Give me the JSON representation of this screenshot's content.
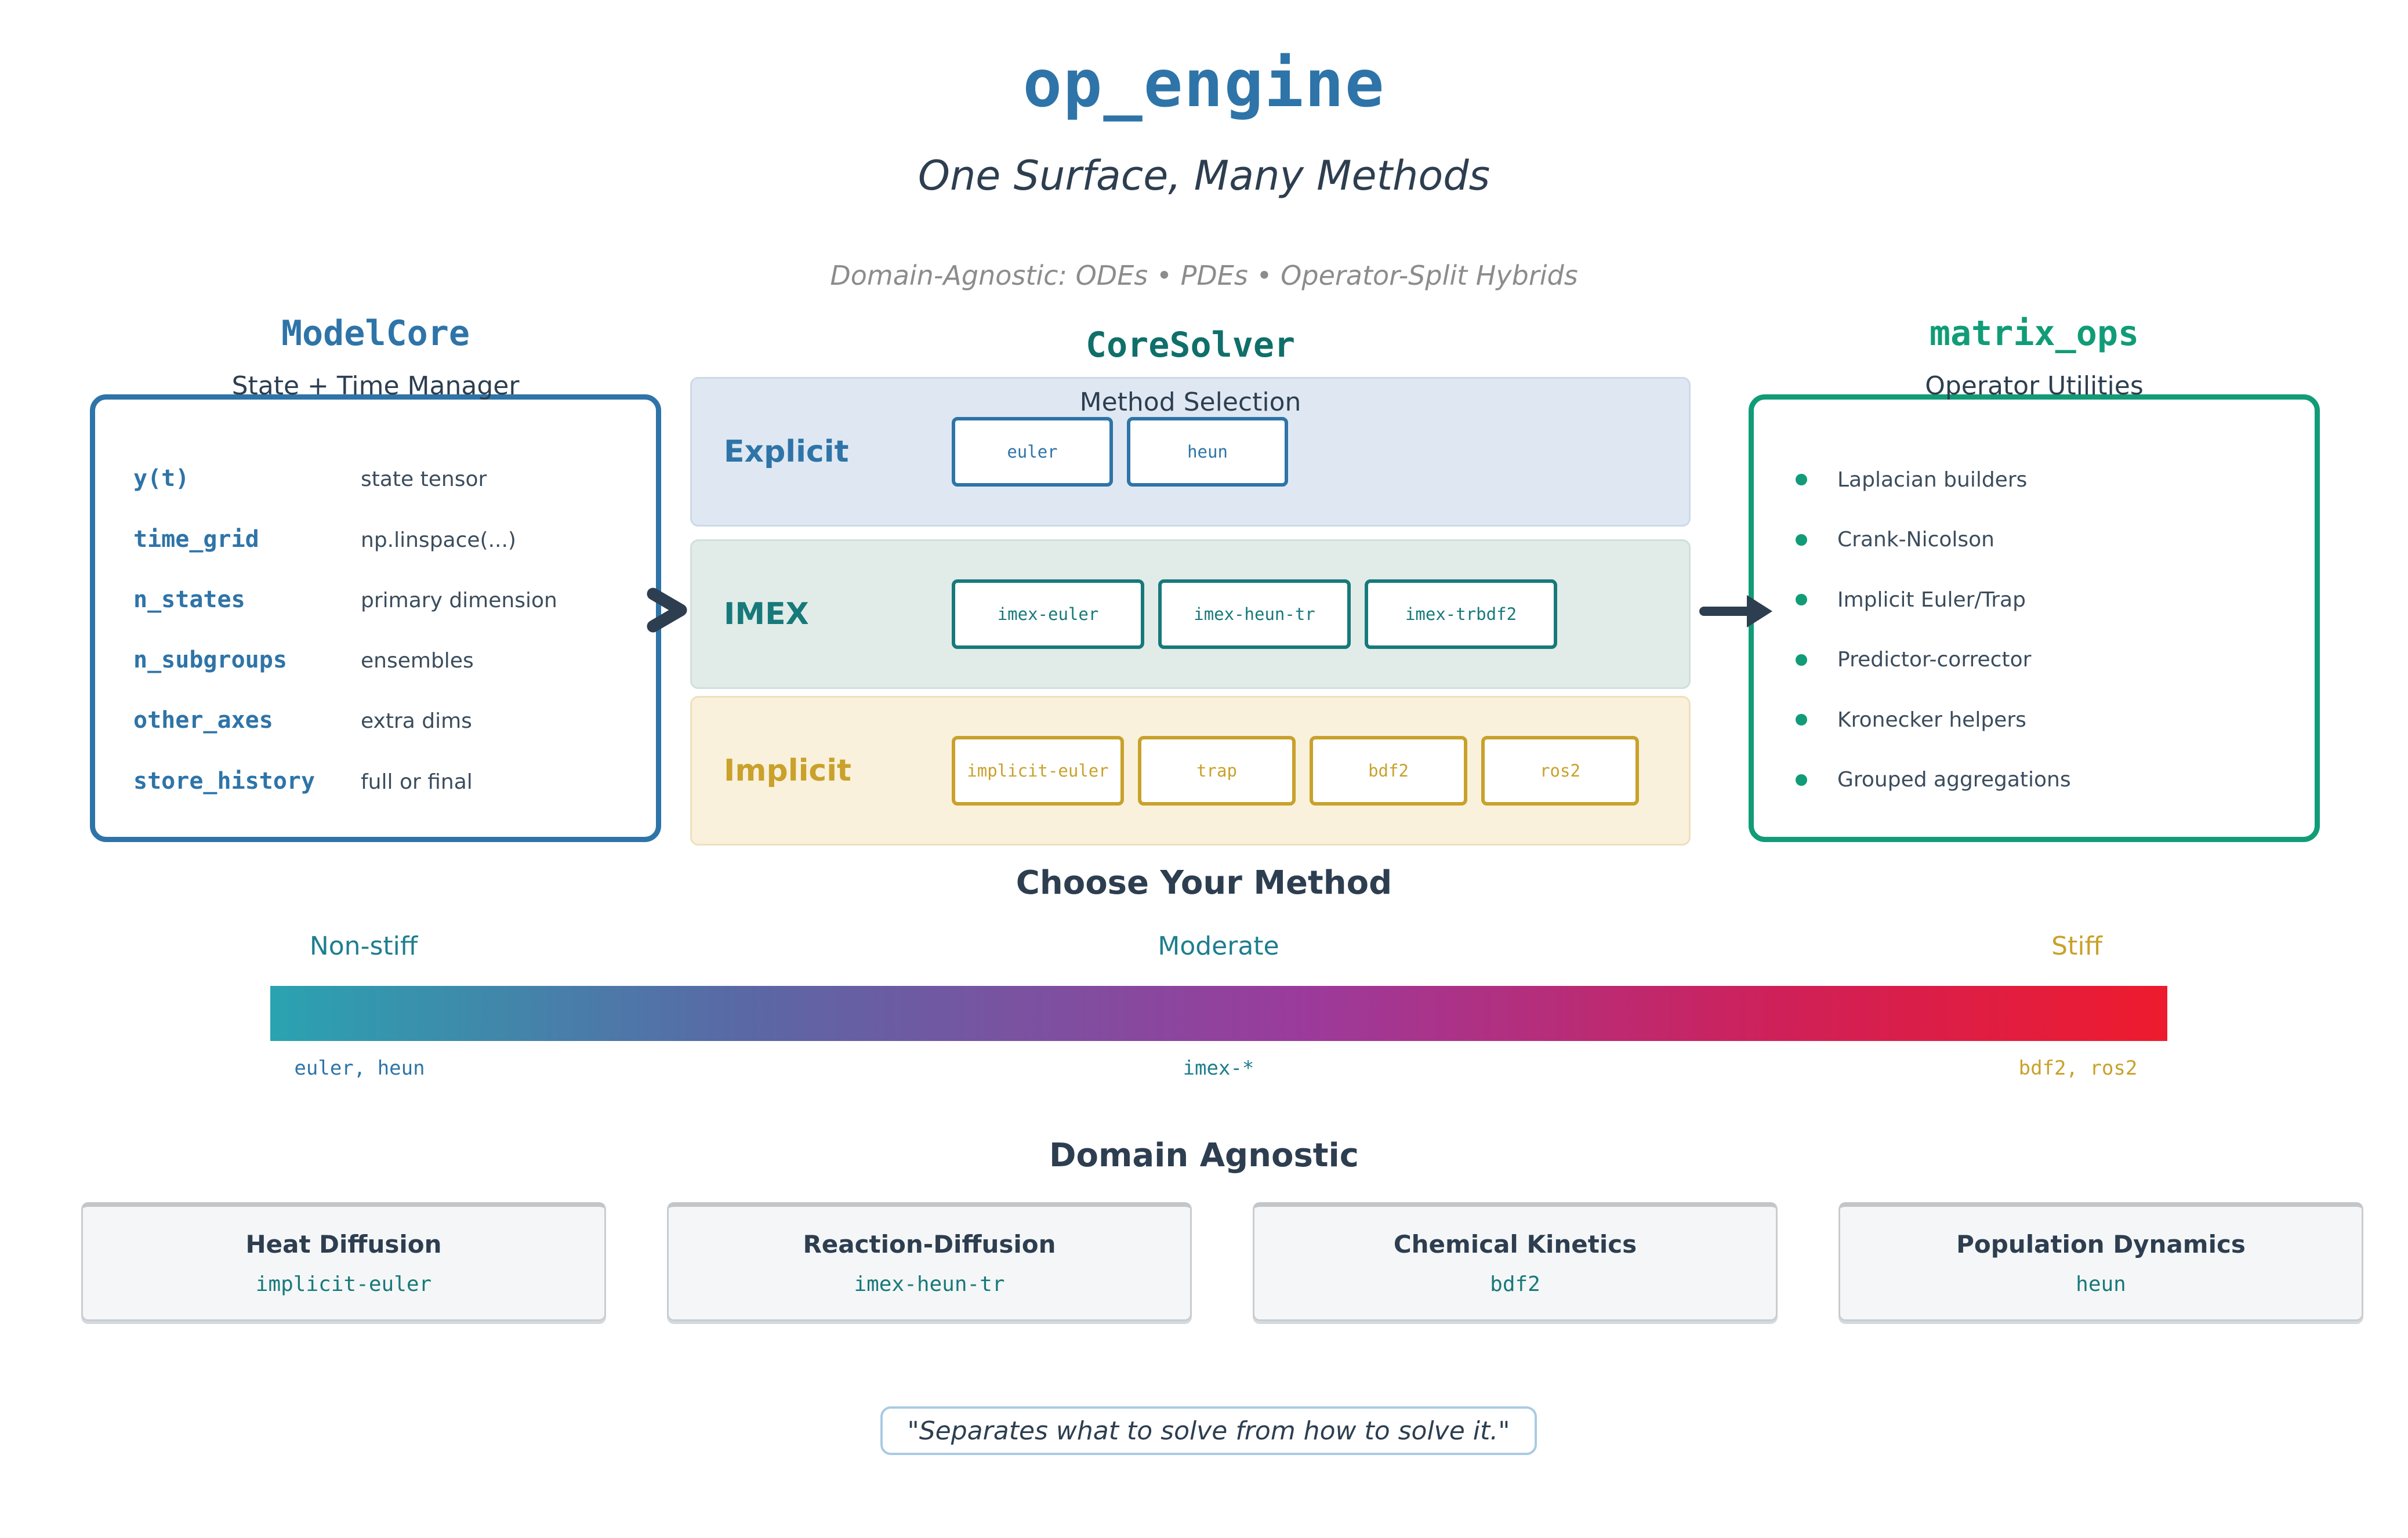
{
  "header": {
    "title": "op_engine",
    "subtitle": "One Surface, Many Methods",
    "tagline": "Domain-Agnostic: ODEs • PDEs • Operator-Split Hybrids"
  },
  "model_core": {
    "title": "ModelCore",
    "subtitle": "State + Time Manager",
    "rows": [
      {
        "name": "y(t)",
        "desc": "state tensor"
      },
      {
        "name": "time_grid",
        "desc": "np.linspace(...)"
      },
      {
        "name": "n_states",
        "desc": "primary dimension"
      },
      {
        "name": "n_subgroups",
        "desc": "ensembles"
      },
      {
        "name": "other_axes",
        "desc": "extra dims"
      },
      {
        "name": "store_history",
        "desc": "full or final"
      }
    ]
  },
  "core_solver": {
    "title": "CoreSolver",
    "subtitle": "Method Selection",
    "bands": [
      {
        "label": "Explicit",
        "methods": [
          "euler",
          "heun"
        ]
      },
      {
        "label": "IMEX",
        "methods": [
          "imex-euler",
          "imex-heun-tr",
          "imex-trbdf2"
        ]
      },
      {
        "label": "Implicit",
        "methods": [
          "implicit-euler",
          "trap",
          "bdf2",
          "ros2"
        ]
      }
    ]
  },
  "matrix_ops": {
    "title": "matrix_ops",
    "subtitle": "Operator Utilities",
    "items": [
      "Laplacian builders",
      "Crank-Nicolson",
      "Implicit Euler/Trap",
      "Predictor-corrector",
      "Kronecker helpers",
      "Grouped aggregations"
    ]
  },
  "chooser": {
    "title": "Choose Your Method",
    "zones": [
      {
        "label": "Non-stiff",
        "methods": "euler, heun"
      },
      {
        "label": "Moderate",
        "methods": "imex-*"
      },
      {
        "label": "Stiff",
        "methods": "bdf2, ros2"
      }
    ]
  },
  "domains": {
    "title": "Domain Agnostic",
    "cards": [
      {
        "name": "Heat Diffusion",
        "method": "implicit-euler"
      },
      {
        "name": "Reaction-Diffusion",
        "method": "imex-heun-tr"
      },
      {
        "name": "Chemical Kinetics",
        "method": "bdf2"
      },
      {
        "name": "Population Dynamics",
        "method": "heun"
      }
    ]
  },
  "quote": {
    "text": "\"Separates what to solve from how to solve it.\""
  },
  "colors": {
    "blue": "#2e74a8",
    "teal": "#17797a",
    "tealdark": "#0f6f6a",
    "green": "#119c77",
    "gold": "#c9a12b",
    "slate": "#2d3e50",
    "body": "#3b4c5c",
    "gray": "#8c8c8c",
    "cyan": "#1e7e8e",
    "bandblue": "#dfe8f2",
    "bandteal": "#e1ece8",
    "bandgold": "#faf1dc",
    "cardbg": "#f5f6f7",
    "quotebr": "#a9cbe3",
    "grad1": "#2AA3B0",
    "grad2": "#5A68A5",
    "grad3": "#9C3A9B",
    "grad4": "#D02058",
    "grad5": "#EE1B2D"
  }
}
